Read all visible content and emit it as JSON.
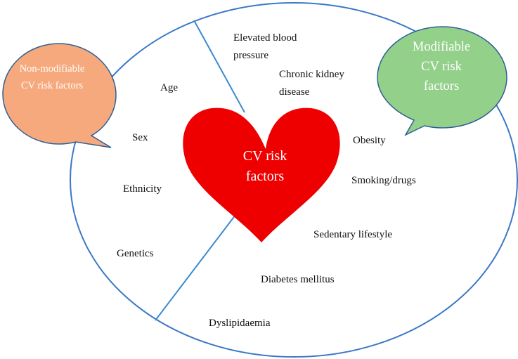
{
  "colors": {
    "circle_stroke": "#3b78c6",
    "divider": "#3b8ad0",
    "heart_fill": "#ee0000",
    "non_modifiable_fill": "#f5a97d",
    "modifiable_fill": "#93d18a",
    "bubble_stroke": "#2f5f95"
  },
  "heart": {
    "label": "CV risk factors"
  },
  "non_modifiable": {
    "title": "Non-modifiable CV risk factors",
    "items": [
      "Age",
      "Sex",
      "Ethnicity",
      "Genetics"
    ]
  },
  "modifiable": {
    "title": "Modifiable CV risk factors",
    "items": [
      "Elevated blood pressure",
      "Chronic kidney disease",
      "Obesity",
      "Smoking/drugs",
      "Sedentary lifestyle",
      "Diabetes mellitus",
      "Dyslipidaemia"
    ]
  }
}
